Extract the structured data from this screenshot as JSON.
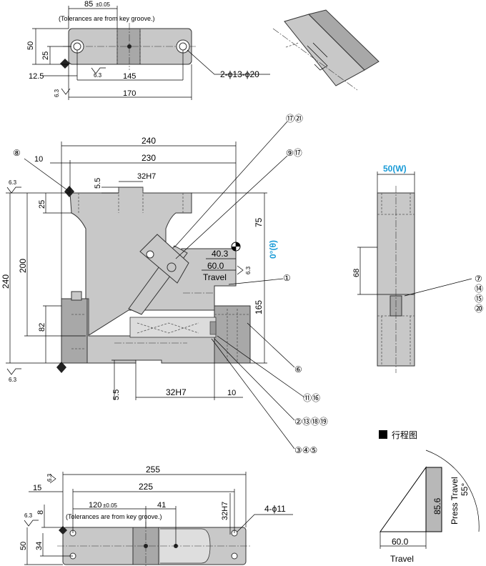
{
  "top_view": {
    "dim_85": "85",
    "dim_85_tol": "±0.05",
    "tolerance_note": "(Tolerances are from key groove.)",
    "dim_50": "50",
    "dim_25": "25",
    "dim_12_5": "12.5",
    "dim_145": "145",
    "dim_170": "170",
    "finish": "6.3",
    "hole_note": "2-ϕ13-ϕ20"
  },
  "front_view": {
    "dim_240_w": "240",
    "dim_230": "230",
    "dim_10_top": "10",
    "dim_5_5_top": "5.5",
    "dim_32h7_top": "32H7",
    "dim_25": "25",
    "dim_200": "200",
    "dim_240_h": "240",
    "dim_82": "82",
    "dim_75": "75",
    "dim_165": "165",
    "dim_40_3": "40.3",
    "dim_60_0": "60.0",
    "travel": "Travel",
    "angle_label": "0°(θ)",
    "dim_5_5_bottom": "5.5",
    "dim_32h7_bottom": "32H7",
    "dim_10_bottom": "10",
    "finish": "6.3"
  },
  "balloons": {
    "b8": "⑧",
    "b17_21": "⑰㉑",
    "b9_17": "⑨⑰",
    "b1": "①",
    "b6": "⑥",
    "b11_16": "⑪⑯",
    "b2_13_18_19": "②⑬⑱⑲",
    "b3_4_5": "③④⑤",
    "b7_14_15_20": [
      "⑦",
      "⑭",
      "⑮",
      "⑳"
    ]
  },
  "side_view": {
    "width_label": "50(W)",
    "dim_68": "68"
  },
  "bottom_view": {
    "dim_255": "255",
    "dim_15": "15",
    "dim_225": "225",
    "dim_120": "120",
    "dim_120_tol": "±0.05",
    "dim_41": "41",
    "dim_8": "8",
    "dim_32h7": "32H7",
    "tolerance_note": "(Tolerances are from key groove.)",
    "hole_note": "4-ϕ11",
    "dim_50": "50",
    "dim_34": "34",
    "finish": "6.3"
  },
  "stroke_diagram": {
    "legend_label": "行程图",
    "press_travel_value": "85.6",
    "press_travel_label": "Press Travel",
    "angle": "55°",
    "travel_value": "60.0",
    "travel_label": "Travel"
  }
}
